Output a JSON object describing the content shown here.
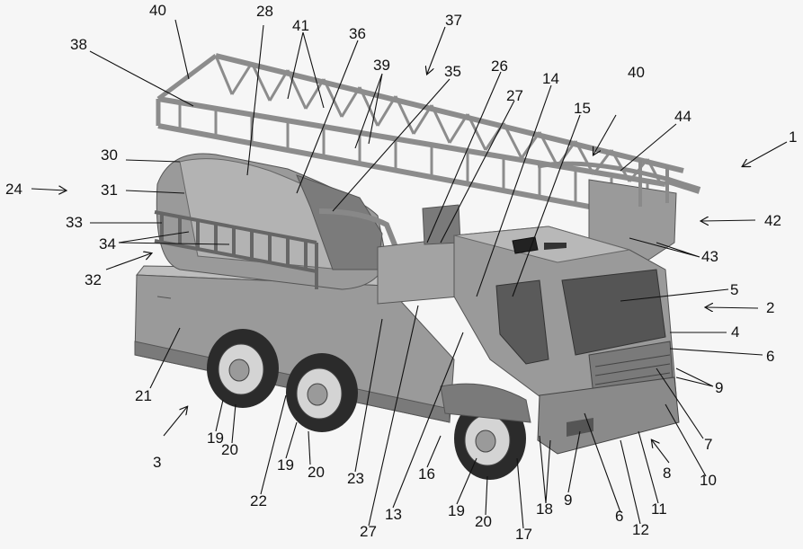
{
  "figure": {
    "labels": {
      "l1": "1",
      "l2": "2",
      "l3": "3",
      "l4": "4",
      "l5": "5",
      "l6a": "6",
      "l6b": "6",
      "l7": "7",
      "l8": "8",
      "l9a": "9",
      "l9b": "9",
      "l10": "10",
      "l11": "11",
      "l12": "12",
      "l13": "13",
      "l14": "14",
      "l15": "15",
      "l16": "16",
      "l17": "17",
      "l18": "18",
      "l19a": "19",
      "l19b": "19",
      "l19c": "19",
      "l20a": "20",
      "l20b": "20",
      "l20c": "20",
      "l21": "21",
      "l22": "22",
      "l23": "23",
      "l24": "24",
      "l26": "26",
      "l27a": "27",
      "l27b": "27",
      "l28": "28",
      "l30": "30",
      "l31": "31",
      "l32": "32",
      "l33": "33",
      "l34": "34",
      "l35": "35",
      "l36": "36",
      "l37": "37",
      "l38": "38",
      "l39": "39",
      "l40a": "40",
      "l40b": "40",
      "l41": "41",
      "l42": "42",
      "l43": "43",
      "l44": "44"
    },
    "colors": {
      "body": "#9a9a9a",
      "body_dark": "#6f6f6f",
      "body_light": "#bdbdbd",
      "tire": "#2b2b2b",
      "rim": "#d4d4d4",
      "ladder": "#a8a8a8",
      "line": "#111111"
    }
  }
}
